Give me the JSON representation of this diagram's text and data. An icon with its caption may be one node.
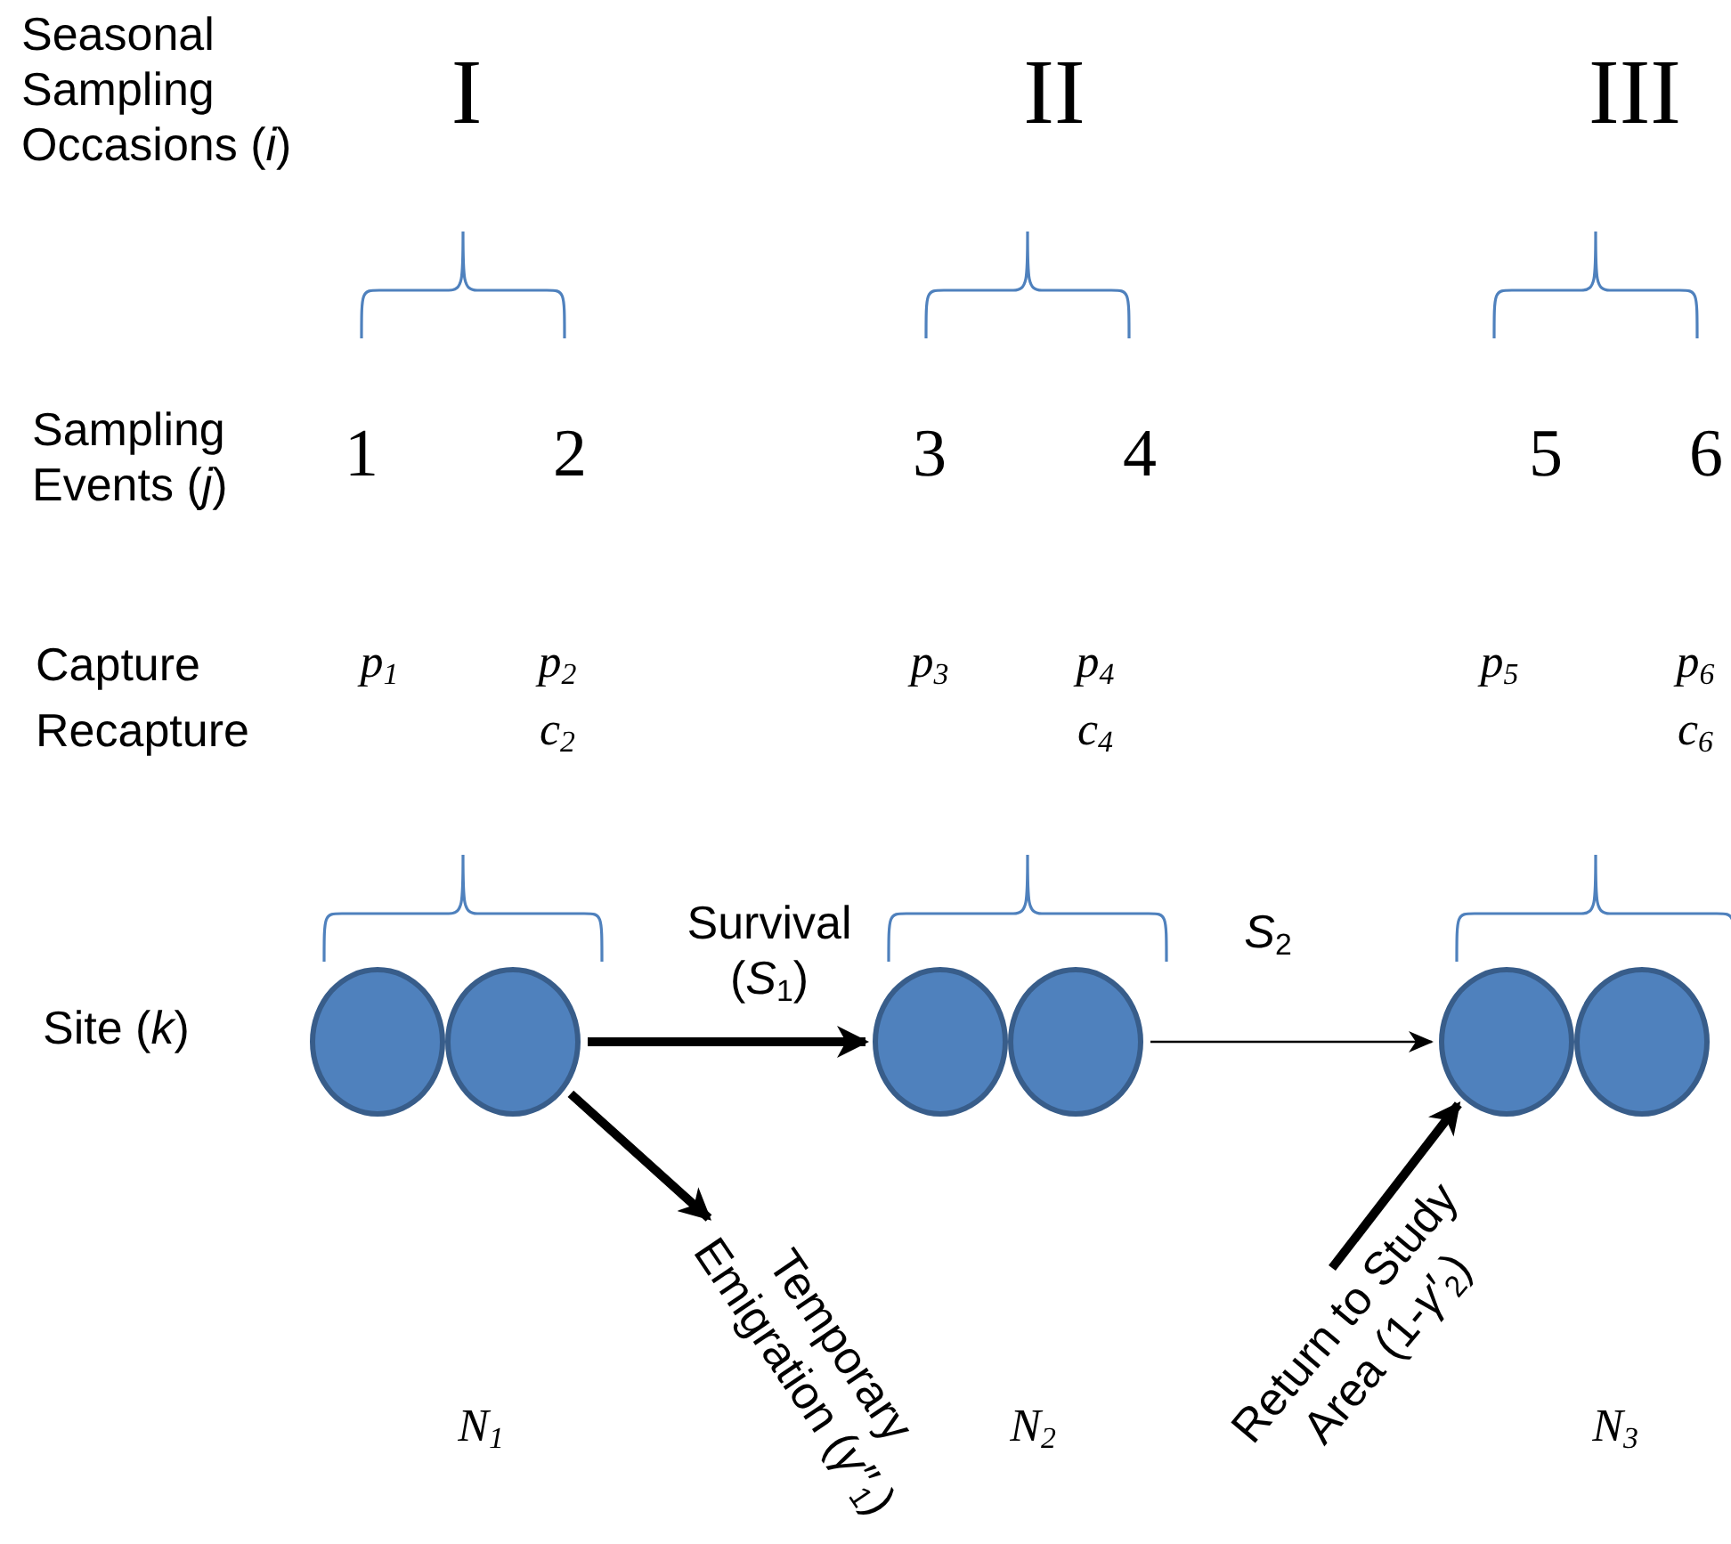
{
  "diagram": {
    "nodes": [
      {
        "text": [],
        "shape": "circle"
      },
      {
        "text": [],
        "shape": "circle"
      },
      {
        "text": [],
        "shape": "circle"
      },
      {
        "text": [],
        "shape": "circle"
      },
      {
        "text": [],
        "shape": "circle"
      },
      {
        "text": [],
        "shape": "circle"
      }
    ],
    "edges": [
      {
        "from": 1,
        "to": 2,
        "arrow": "to",
        "label": "Survival (*S*$_{1}$)"
      },
      {
        "from": 3,
        "to": 4,
        "arrow": "to",
        "label": "*S*$_{2}$"
      },
      {
        "from": 1,
        "to": null,
        "arrow": "to",
        "label": "Temporary Emigration (*γ″*$_{1}$)"
      },
      {
        "from": null,
        "to": 4,
        "arrow": "to",
        "label": "Return to Study Area (1-*γ′*$_{2}$)"
      }
    ],
    "labels": [
      "Seasonal Sampling Occasions (*i*)",
      "I",
      "II",
      "III",
      "Sampling Events (*j*)",
      "1",
      "2",
      "3",
      "4",
      "5",
      "6",
      "Capture",
      "p$_{1}$",
      "p$_{2}$",
      "p$_{3}$",
      "p$_{4}$",
      "p$_{5}$",
      "p$_{6}$",
      "Recapture",
      "c$_{2}$",
      "c$_{4}$",
      "c$_{6}$",
      "Site (*k*)",
      "N$_{1}$",
      "N$_{2}$",
      "N$_{3}$"
    ]
  }
}
